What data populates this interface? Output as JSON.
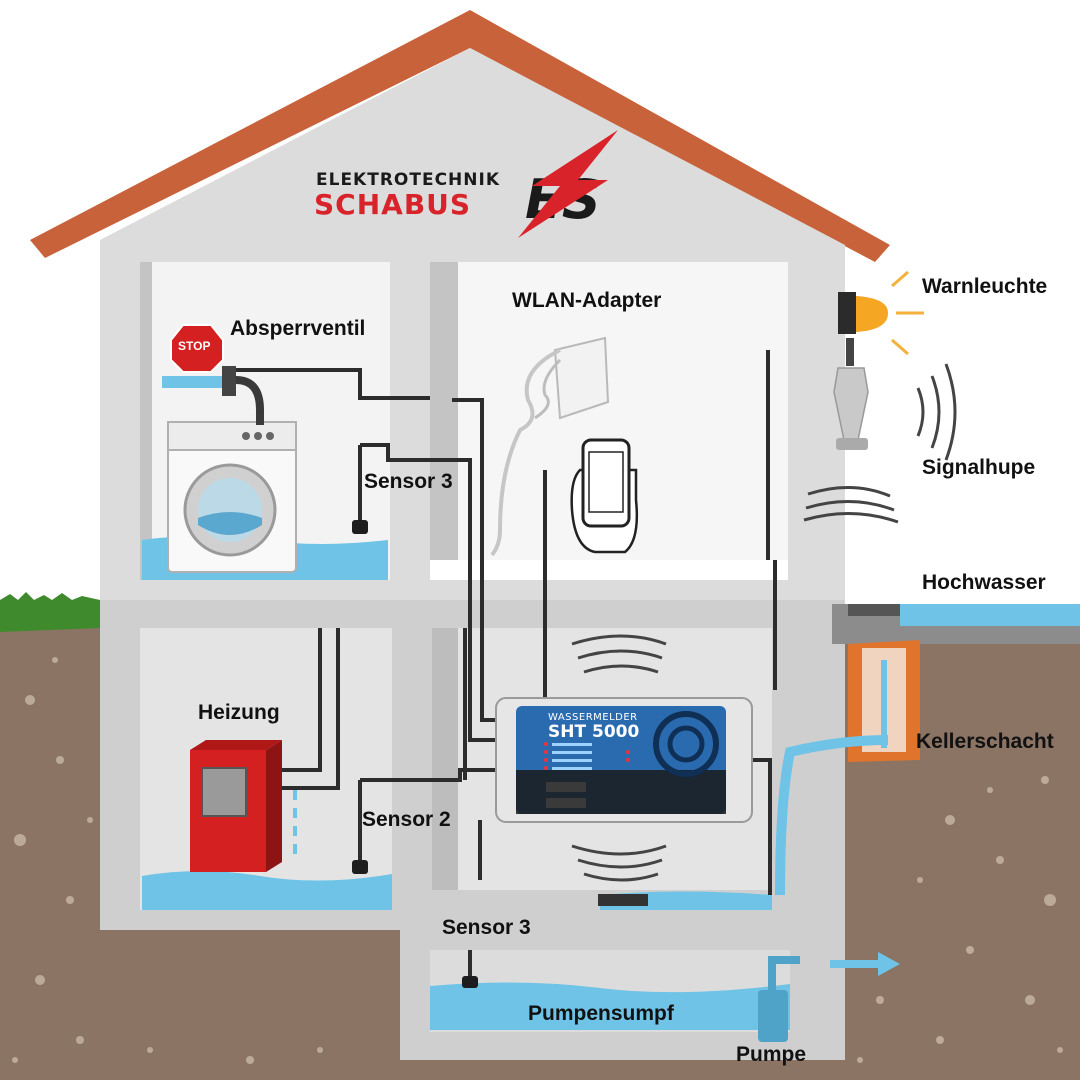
{
  "logo": {
    "top_text": "ELEKTROTECHNIK",
    "main_text": "SCHABUS",
    "mark": "ES"
  },
  "device": {
    "title": "WASSERMELDER",
    "model": "SHT 5000"
  },
  "stop_sign": "STOP",
  "labels": {
    "absperrventil": "Absperrventil",
    "wlan_adapter": "WLAN-Adapter",
    "warnleuchte": "Warnleuchte",
    "signalhupe": "Signalhupe",
    "sensor3_upper": "Sensor 3",
    "hochwasser": "Hochwasser",
    "heizung": "Heizung",
    "kellerschacht": "Kellerschacht",
    "sensor2": "Sensor 2",
    "sensor3_lower": "Sensor 3",
    "pumpensumpf": "Pumpensumpf",
    "pumpe": "Pumpe"
  },
  "colors": {
    "roof": "#c8623a",
    "wall": "#d9d9d9",
    "room": "#f2f2f2",
    "water": "#6ec3e6",
    "soil": "#8a7363",
    "grass": "#3f8a2c",
    "heater": "#d42020",
    "shaft": "#e0742c",
    "warn_light": "#f5a623",
    "brand_red": "#d9232a"
  }
}
